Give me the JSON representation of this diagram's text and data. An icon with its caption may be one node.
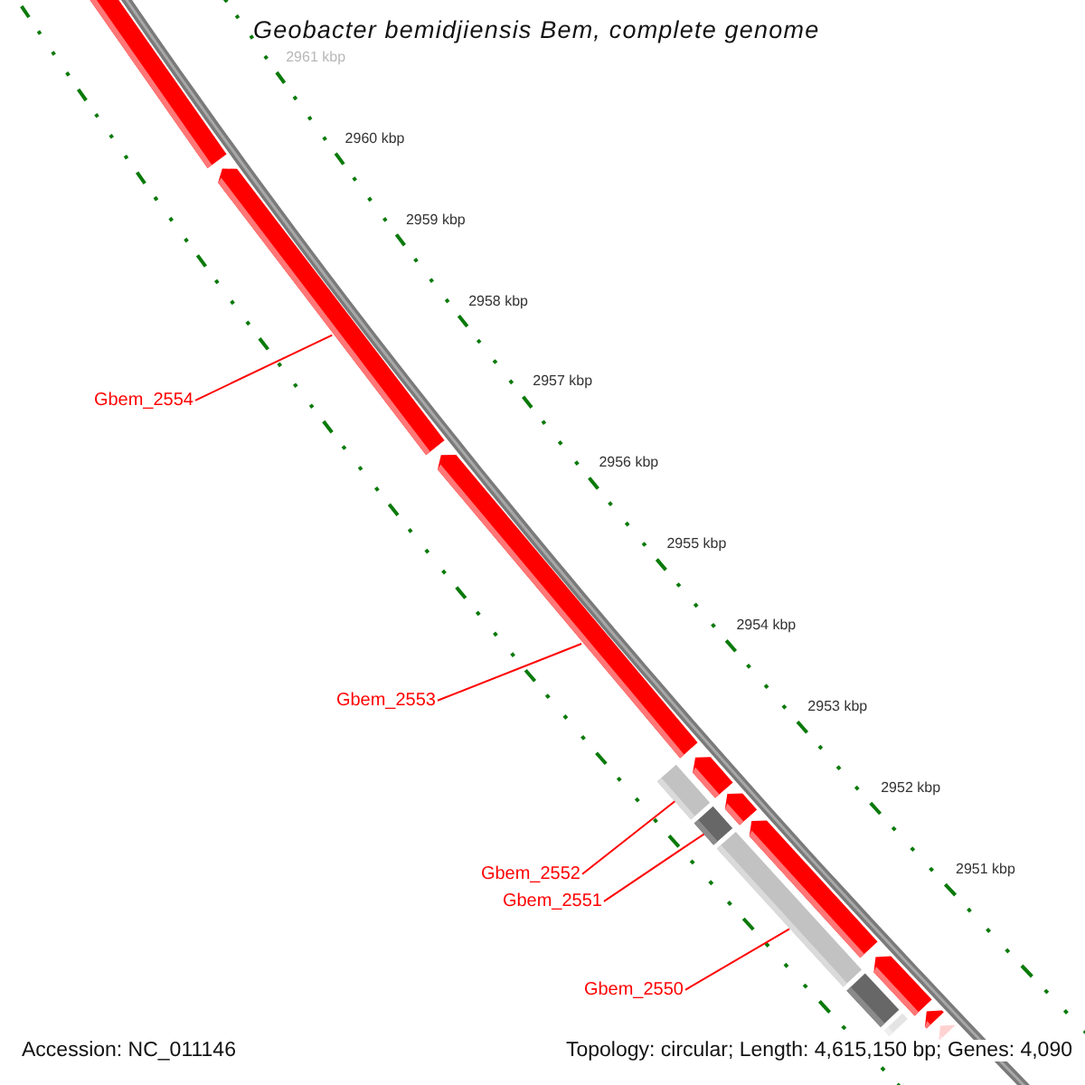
{
  "diagram": {
    "title": "Geobacter bemidjiensis Bem, complete genome",
    "nodes": [
      {
        "text": [
          "Gbem_2554"
        ]
      },
      {
        "text": [
          "Gbem_2553"
        ]
      },
      {
        "text": [
          "Gbem_2552"
        ]
      },
      {
        "text": [
          "Gbem_2551"
        ]
      },
      {
        "text": [
          "Gbem_2550"
        ]
      },
      {
        "text": [],
        "shape": "bar"
      },
      {
        "text": [],
        "shape": "bar"
      },
      {
        "text": [],
        "shape": "bar"
      },
      {
        "text": [],
        "shape": "bar"
      },
      {
        "text": [],
        "shape": "bar"
      },
      {
        "text": [],
        "shape": "bar"
      },
      {
        "text": [],
        "shape": "bar"
      },
      {
        "text": [],
        "shape": "bar"
      },
      {
        "text": [],
        "shape": "bar"
      },
      {
        "text": [],
        "shape": "bar"
      },
      {
        "text": [],
        "shape": "bar"
      },
      {
        "text": [],
        "shape": "bar"
      },
      {
        "text": [],
        "shape": "bar"
      },
      {
        "text": [],
        "shape": "bar"
      }
    ],
    "edges": [
      {
        "from": 0,
        "to": 6,
        "arrow": "none"
      },
      {
        "from": 1,
        "to": 7,
        "arrow": "none"
      },
      {
        "from": 2,
        "to": 8,
        "arrow": "none"
      },
      {
        "from": 3,
        "to": 11,
        "arrow": "none"
      },
      {
        "from": 4,
        "to": 13,
        "arrow": "none"
      }
    ],
    "labels": [
      "2961 kbp",
      "2960 kbp",
      "2959 kbp",
      "2958 kbp",
      "2957 kbp",
      "2956 kbp",
      "2955 kbp",
      "2954 kbp",
      "2953 kbp",
      "2952 kbp",
      "2951 kbp",
      "Accession: NC_011146",
      "Topology: circular; Length: 4,615,150 bp; Genes: 4,090"
    ]
  }
}
